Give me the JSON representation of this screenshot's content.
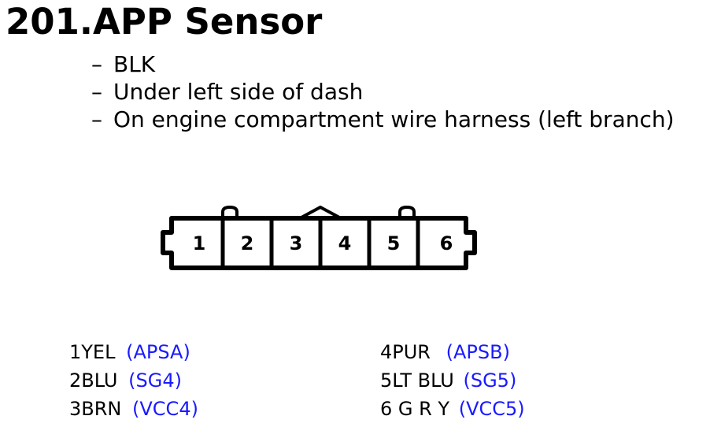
{
  "title": "201.APP Sensor",
  "bullets": [
    "BLK",
    "Under left side of dash",
    "On engine compartment wire harness (left branch)"
  ],
  "connector": {
    "pins": [
      "1",
      "2",
      "3",
      "4",
      "5",
      "6"
    ]
  },
  "wires": [
    {
      "code": "1YEL",
      "signal": "(APSA)"
    },
    {
      "code": "2BLU",
      "signal": "(SG4)"
    },
    {
      "code": "3BRN",
      "signal": "(VCC4)"
    },
    {
      "code": "4PUR",
      "signal": "(APSB)"
    },
    {
      "code": "5LT BLU",
      "signal": "(SG5)"
    },
    {
      "code": "6 G R Y",
      "signal": "(VCC5)"
    }
  ],
  "colors": {
    "text": "#000000",
    "signal": "#1a1aff"
  }
}
